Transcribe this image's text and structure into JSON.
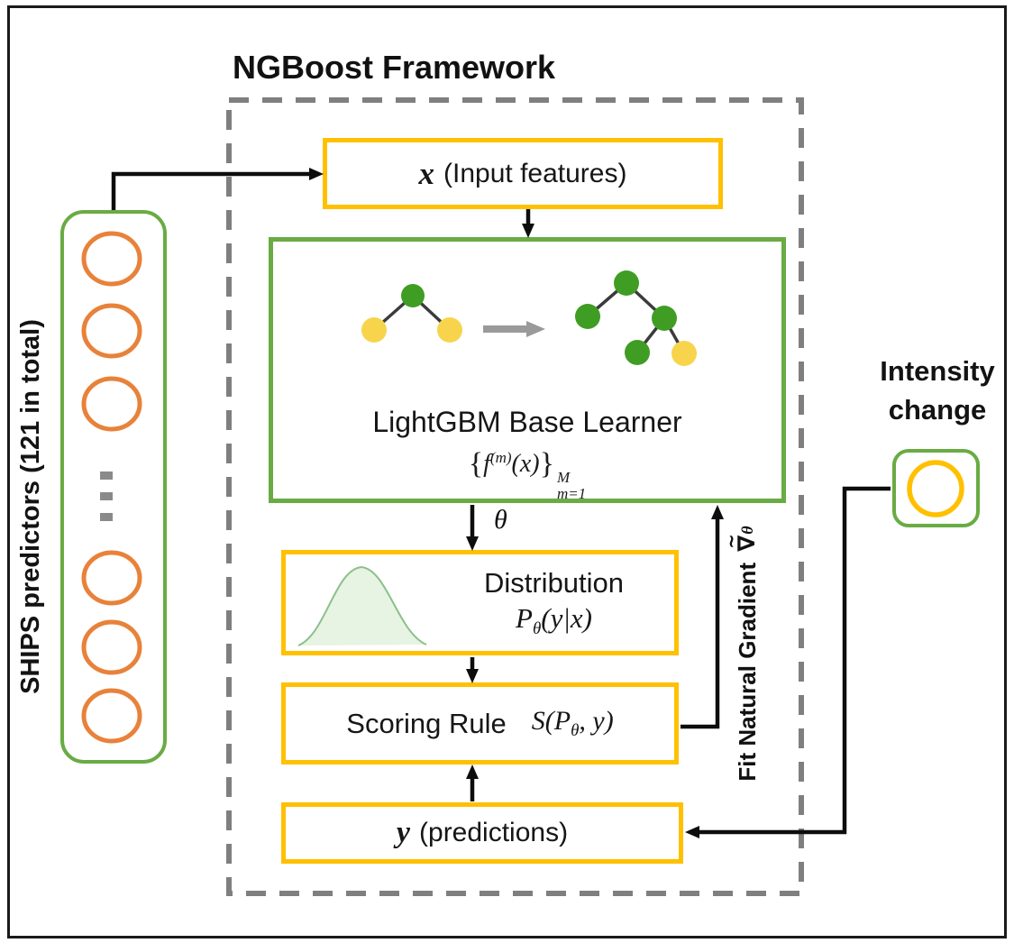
{
  "title": "NGBoost Framework",
  "colors": {
    "box_green": "#6aab44",
    "box_yellow": "#ffc000",
    "node_green": "#3f9d23",
    "node_yellow": "#f7d44c",
    "predictor_orange": "#e8823a",
    "dash_gray": "#7f7f7f",
    "arrow_black": "#0d0d0d",
    "grow_arrow_gray": "#9a9a9a",
    "curve_fill": "#e7f3e3",
    "curve_stroke": "#8cc08a"
  },
  "left_panel": {
    "label": "SHIPS predictors (121 in total)",
    "top_circles": 3,
    "bottom_circles": 3,
    "ellipsis_dots": 3
  },
  "framework": {
    "input_box": {
      "math_x": "x",
      "label": "(Input features)"
    },
    "lightgbm_box": {
      "label": "LightGBM Base Learner",
      "formula": {
        "lbrace": "{",
        "f": "f",
        "f_sup": "(m)",
        "arg": "(x)",
        "rbrace": "}",
        "sup_m": "M",
        "sub_m": "m=1"
      }
    },
    "theta": "θ",
    "distribution_box": {
      "label": "Distribution",
      "math_p": "P",
      "math_sub": "θ",
      "math_args": "(y|x)"
    },
    "scoring_box": {
      "label": "Scoring Rule",
      "math_s": "S(",
      "math_p": "P",
      "math_sub": "θ",
      "math_rest": ", y)"
    },
    "predictions_box": {
      "math_y": "y",
      "label": "(predictions)"
    },
    "gradient": {
      "label": "Fit Natural Gradient",
      "nabla": "∇",
      "tilde": "~",
      "sub": "θ"
    }
  },
  "intensity": {
    "line1": "Intensity",
    "line2": "change"
  }
}
